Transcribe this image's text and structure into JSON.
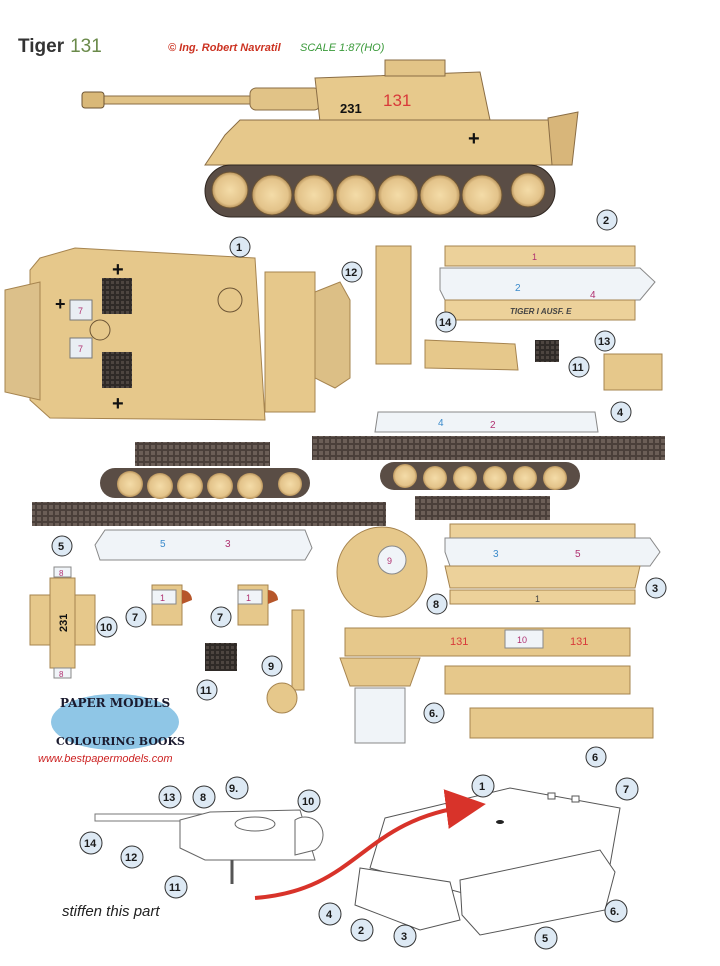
{
  "header": {
    "model_name": "Tiger",
    "model_number": "131",
    "credit": "© Ing. Robert Navratil",
    "scale": "SCALE 1:87(HO)"
  },
  "tank": {
    "hull_number": "231",
    "turret_number": "131",
    "cross_marking": "+"
  },
  "parts": {
    "fender_text": "TIGER I AUSF. E",
    "box_10_label": "231",
    "part_labels": {
      "p1": "1",
      "p2": "2",
      "p3": "3",
      "p4": "4",
      "p5": "5",
      "p6a": "6.",
      "p6b": "6",
      "p7a": "7",
      "p7b": "7",
      "p8": "8",
      "p9": "9",
      "p10": "10",
      "p11a": "11",
      "p11b": "11",
      "p12": "12",
      "p13": "13",
      "p14": "14"
    },
    "inner_labels": {
      "fender2_top": "1",
      "fender2_mid": "2",
      "fender2_right": "4",
      "track4_a": "4",
      "track4_b": "2",
      "track5_a": "5",
      "track5_b": "3",
      "fender3_a": "3",
      "fender3_b": "5",
      "fender3_bottom": "1",
      "turret_top": "9",
      "turret_side_a": "131",
      "turret_side_b": "10",
      "turret_side_c": "131",
      "box7a_inner": "1",
      "box7b_inner": "1",
      "hull_7a": "7",
      "hull_7b": "7",
      "box10_top": "8",
      "box10_bottom": "8"
    }
  },
  "logo": {
    "line1": "PAPER MODELS",
    "line2": "COLOURING BOOKS",
    "url": "www.bestpapermodels.com"
  },
  "diagram": {
    "labels": {
      "d1": "1",
      "d7": "7",
      "d9": "9.",
      "d8": "8",
      "d13": "13",
      "d10": "10",
      "d14": "14",
      "d12": "12",
      "d11": "11",
      "d4": "4",
      "d2": "2",
      "d3": "3",
      "d5": "5",
      "d6": "6."
    },
    "caption": "stiffen this part"
  },
  "colors": {
    "sand": "#e8c98a",
    "sand_dark": "#c9a165",
    "track": "#4a3f3a",
    "marking_red": "#d83a3a",
    "badge": "#dde9f4",
    "arrow_red": "#d8332a"
  }
}
